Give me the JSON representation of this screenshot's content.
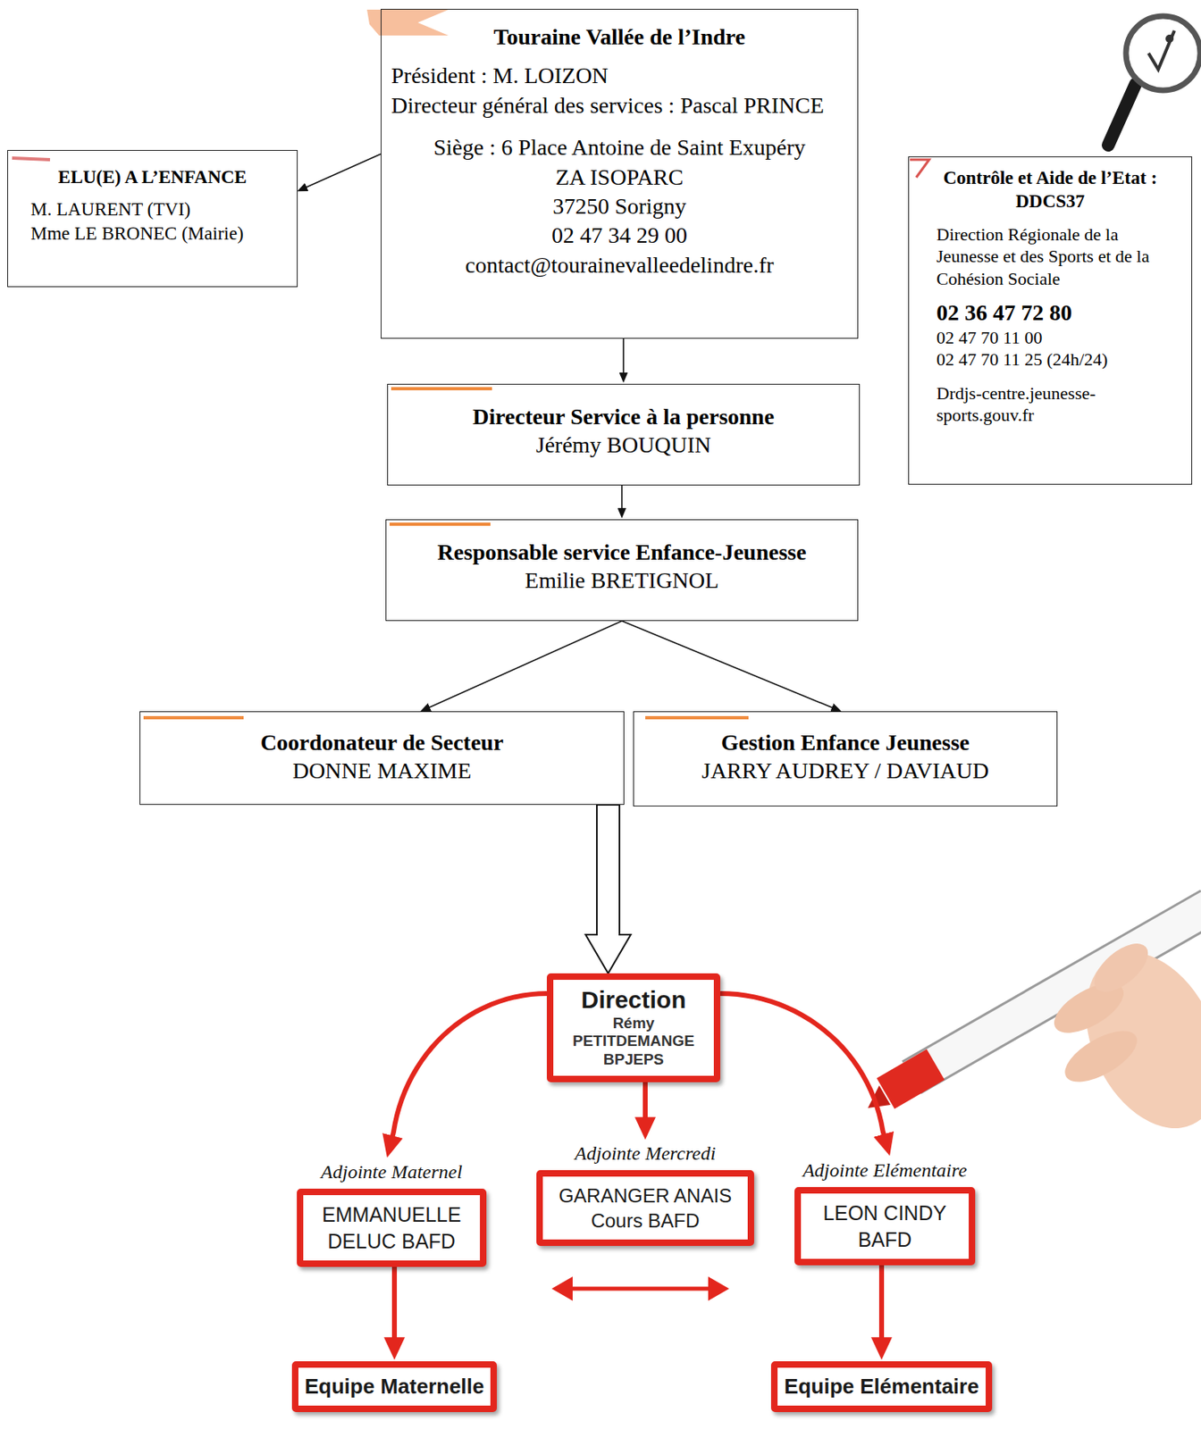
{
  "diagram": {
    "nodes": [
      {
        "text": [
          "Touraine Vallée de l’Indre",
          "Président : M. LOIZON",
          "Directeur général des services : Pascal PRINCE",
          "Siège : 6 Place Antoine de Saint Exupéry",
          "ZA ISOPARC",
          "37250 Sorigny",
          "02 47 34 29 00",
          "contact@tourainevalleedelindre.fr"
        ]
      },
      {
        "text": [
          "ELU(E) A L’ENFANCE",
          "M. LAURENT (TVI)",
          "Mme LE BRONEC (Mairie)"
        ]
      },
      {
        "text": [
          "Contrôle et Aide de l’Etat : DDCS37",
          "Direction Régionale de la Jeunesse et des Sports et de la Cohésion Sociale",
          "02 36 47 72 80",
          "02 47 70 11 00",
          "02 47 70 11 25 (24h/24)",
          "Drdjs-centre.jeunesse-sports.gouv.fr"
        ]
      },
      {
        "text": [
          "Directeur Service à la personne",
          "Jérémy BOUQUIN"
        ]
      },
      {
        "text": [
          "Responsable service Enfance-Jeunesse",
          "Emilie BRETIGNOL"
        ]
      },
      {
        "text": [
          "Coordonateur de Secteur",
          "DONNE MAXIME"
        ]
      },
      {
        "text": [
          "Gestion Enfance Jeunesse",
          "JARRY AUDREY / DAVIAUD"
        ]
      },
      {
        "text": [
          "Direction",
          "Rémy",
          "PETITDEMANGE",
          "BPJEPS"
        ]
      },
      {
        "text": [
          "Adjointe Maternel",
          "EMMANUELLE DELUC BAFD"
        ]
      },
      {
        "text": [
          "Adjointe Mercredi",
          "GARANGER ANAIS Cours BAFD"
        ]
      },
      {
        "text": [
          "Adjointe Elémentaire",
          "LEON CINDY BAFD"
        ]
      },
      {
        "text": [
          "Equipe Maternelle"
        ]
      },
      {
        "text": [
          "Equipe Elémentaire"
        ]
      }
    ],
    "edges": [
      {
        "from": 0,
        "to": 1,
        "arrow": "to"
      },
      {
        "from": 0,
        "to": 3,
        "arrow": "to"
      },
      {
        "from": 3,
        "to": 4,
        "arrow": "to"
      },
      {
        "from": 4,
        "to": 5,
        "arrow": "to"
      },
      {
        "from": 4,
        "to": 6,
        "arrow": "to"
      },
      {
        "from": 5,
        "to": 7,
        "arrow": "to"
      },
      {
        "from": 7,
        "to": 8,
        "arrow": "to"
      },
      {
        "from": 7,
        "to": 9,
        "arrow": "to"
      },
      {
        "from": 7,
        "to": 10,
        "arrow": "to"
      },
      {
        "from": 8,
        "to": 11,
        "arrow": "to"
      },
      {
        "from": 10,
        "to": 12,
        "arrow": "to"
      }
    ]
  }
}
